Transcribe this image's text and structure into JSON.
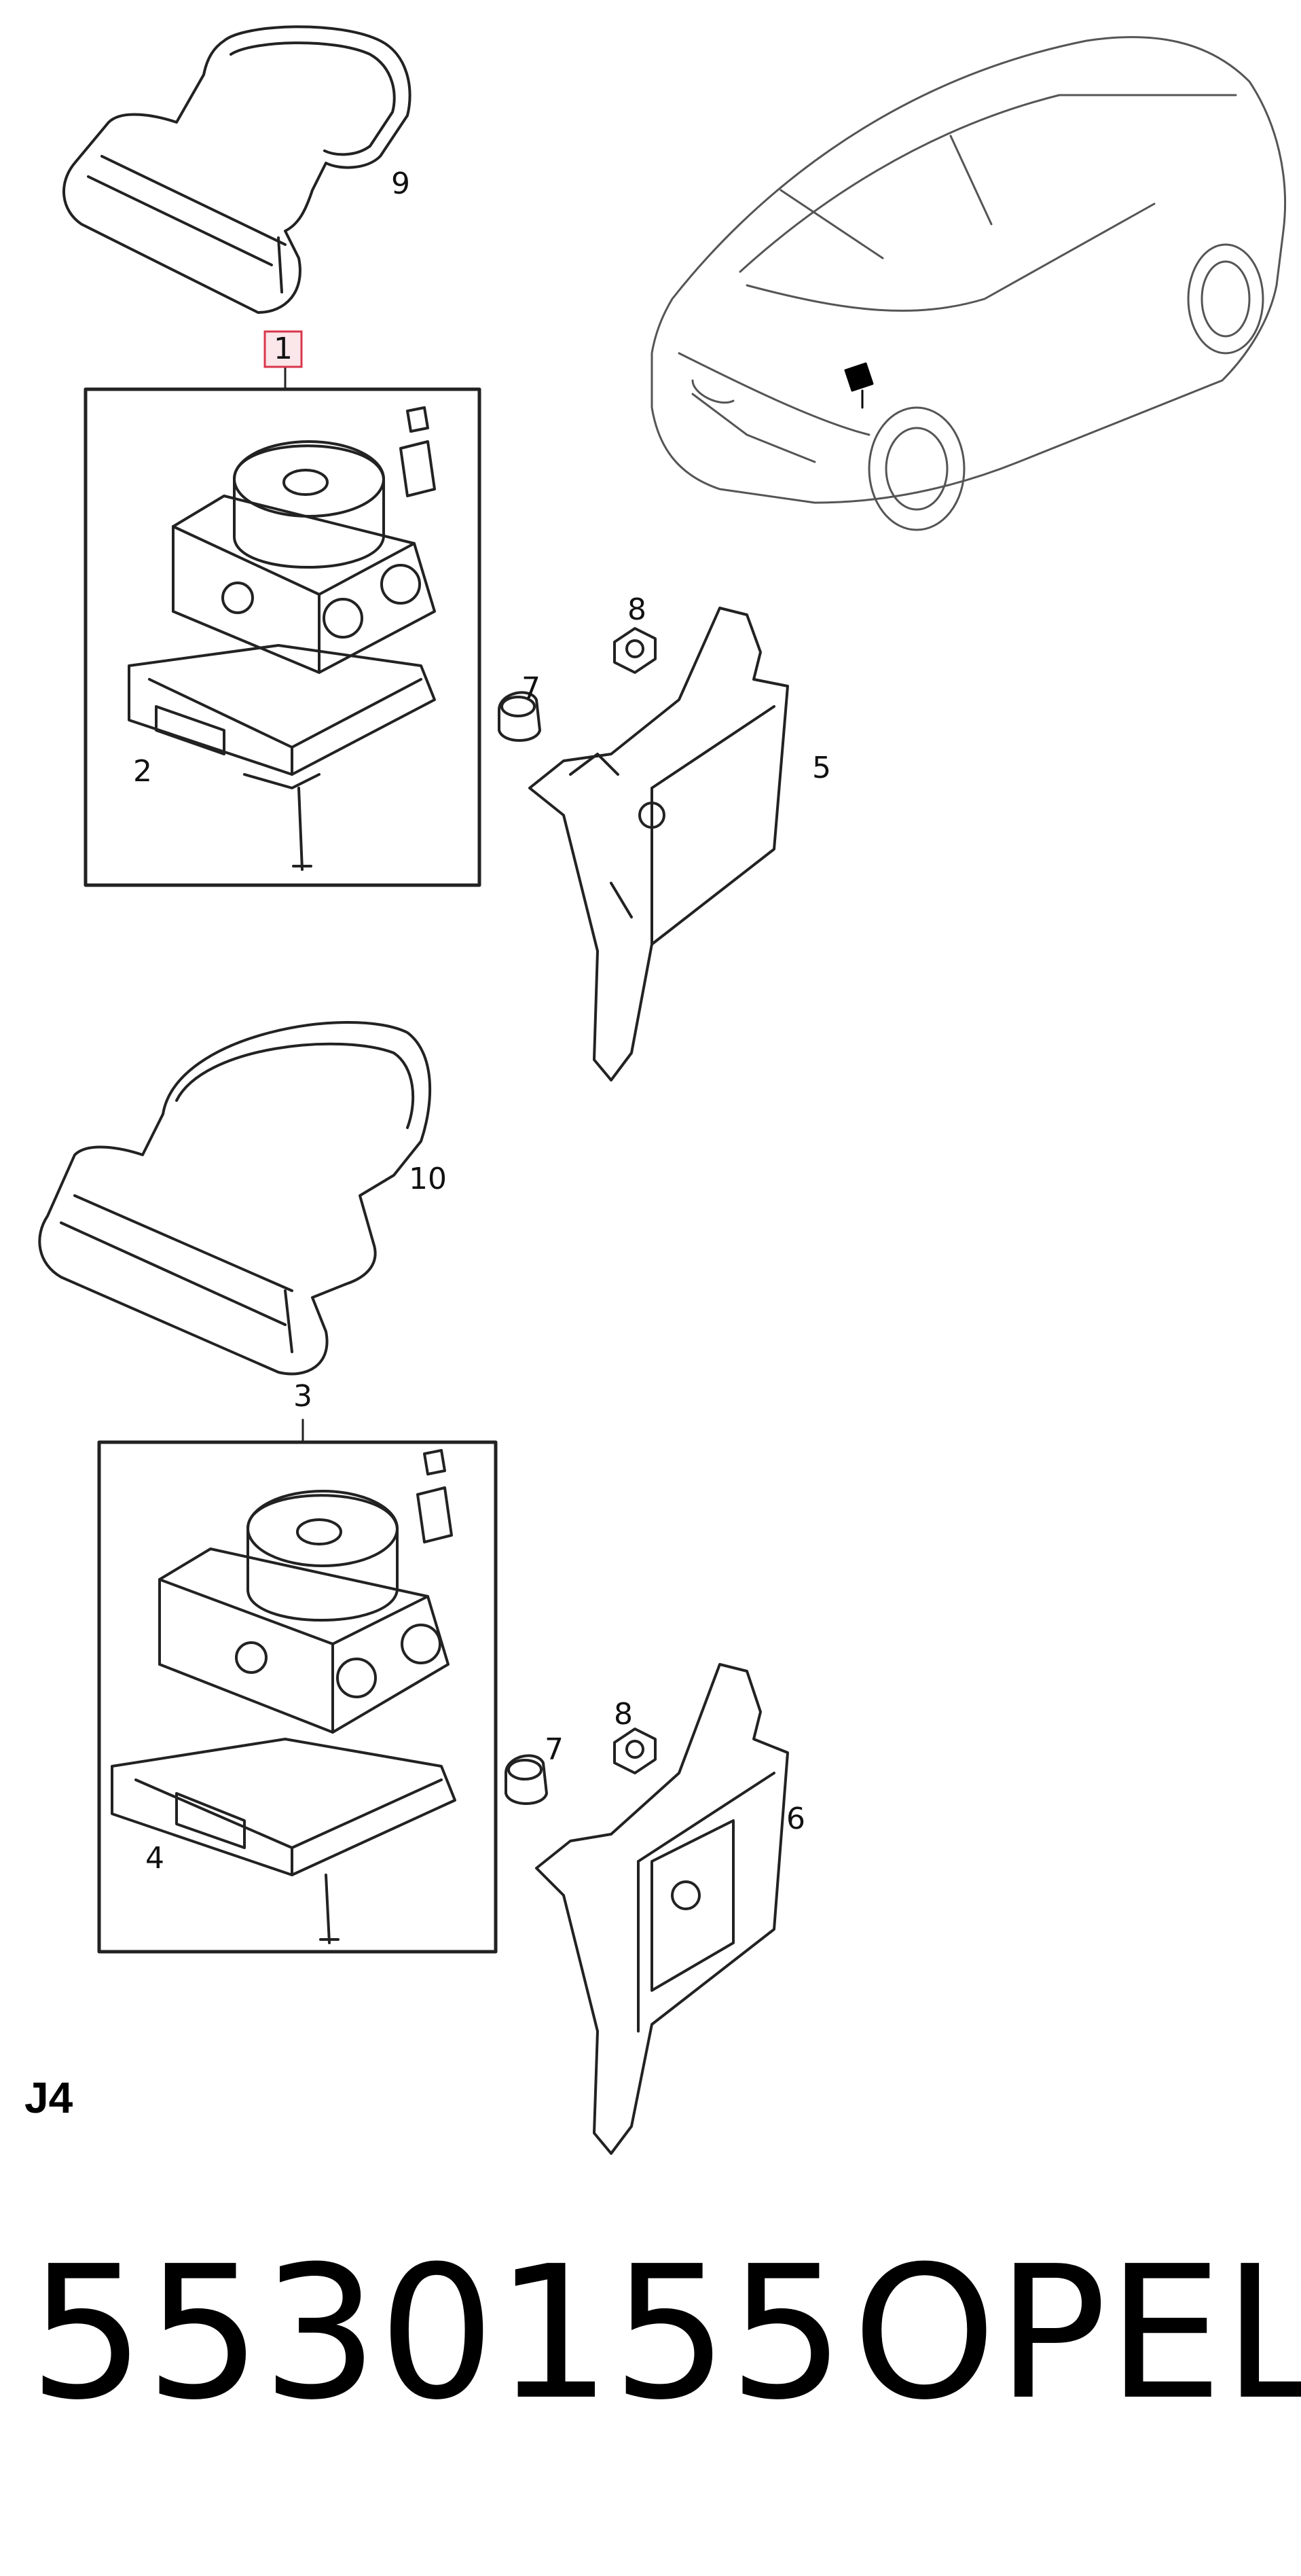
{
  "diagram": {
    "callouts": {
      "c1": "1",
      "c2": "2",
      "c3": "3",
      "c4": "4",
      "c5": "5",
      "c6": "6",
      "c7a": "7",
      "c7b": "7",
      "c8a": "8",
      "c8b": "8",
      "c9": "9",
      "c10": "10"
    },
    "section_code": "J4",
    "highlight_color": "#d9364b"
  },
  "footer": {
    "part_number": "5530155",
    "brand": "OPEL"
  }
}
